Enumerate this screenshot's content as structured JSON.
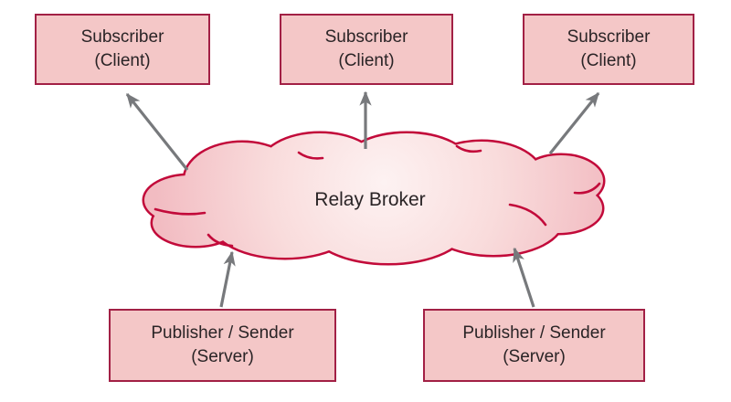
{
  "diagram": {
    "colors": {
      "box_fill": "#f4c7c7",
      "box_border": "#a22045",
      "cloud_stroke": "#c20a3a",
      "cloud_fill_center": "#fdf2f2",
      "cloud_fill_mid": "#f9dcdc",
      "cloud_fill_edge": "#f2bcc2",
      "arrow": "#77797c",
      "text": "#2a2426"
    },
    "broker": {
      "label": "Relay Broker"
    },
    "subscribers": [
      {
        "line1": "Subscriber",
        "line2": "(Client)"
      },
      {
        "line1": "Subscriber",
        "line2": "(Client)"
      },
      {
        "line1": "Subscriber",
        "line2": "(Client)"
      }
    ],
    "publishers": [
      {
        "line1": "Publisher / Sender",
        "line2": "(Server)"
      },
      {
        "line1": "Publisher / Sender",
        "line2": "(Server)"
      }
    ],
    "connections": [
      {
        "from": "relay-broker",
        "to": "subscriber-1"
      },
      {
        "from": "relay-broker",
        "to": "subscriber-2"
      },
      {
        "from": "relay-broker",
        "to": "subscriber-3"
      },
      {
        "from": "publisher-1",
        "to": "relay-broker"
      },
      {
        "from": "publisher-2",
        "to": "relay-broker"
      }
    ]
  }
}
